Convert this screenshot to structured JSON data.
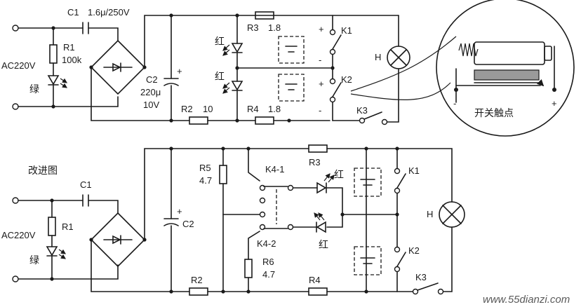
{
  "colors": {
    "ink": "#1a1a1a",
    "paper": "#ffffff",
    "watermark": "#5a5a5a"
  },
  "top": {
    "c1": "C1",
    "c1_value": "1.6μ/250V",
    "r1": "R1",
    "r1_value": "100k",
    "ac": "AC220V",
    "green": "绿",
    "c2": "C2",
    "c2_value1": "220μ",
    "c2_value2": "10V",
    "r2": "R2",
    "r2_value": "10",
    "r3": "R3",
    "r3_value": "1.8",
    "r4": "R4",
    "r4_value": "1.8",
    "red1": "红",
    "red2": "红",
    "k1": "K1",
    "k2": "K2",
    "k3": "K3",
    "h": "H",
    "plus1": "+",
    "plus2": "+",
    "minus1": "-",
    "minus2": "-"
  },
  "inset": {
    "caption": "开关触点",
    "minus": "-",
    "plus": "+"
  },
  "bottom": {
    "title": "改进图",
    "c1": "C1",
    "r1": "R1",
    "ac": "AC220V",
    "green": "绿",
    "c2": "C2",
    "r2": "R2",
    "r3": "R3",
    "r4": "R4",
    "r5": "R5",
    "r5_value": "4.7",
    "r6": "R6",
    "r6_value": "4.7",
    "k41": "K4-1",
    "k42": "K4-2",
    "red1": "红",
    "red2": "红",
    "k1": "K1",
    "k2": "K2",
    "k3": "K3",
    "h": "H"
  },
  "watermark": "www.55dianzi.com"
}
